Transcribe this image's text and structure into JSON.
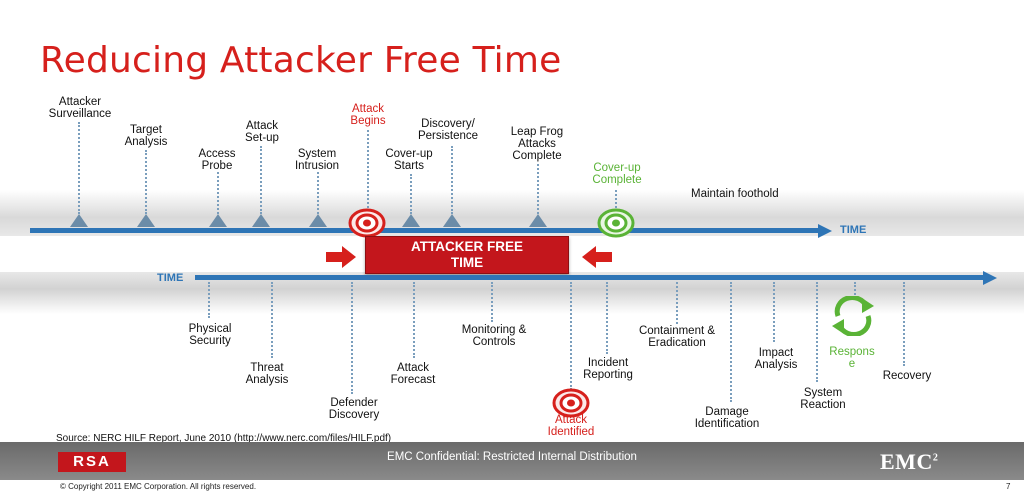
{
  "title": "Reducing Attacker Free Time",
  "top_labels": [
    {
      "id": "attacker-surveillance",
      "text": "Attacker\nSurveillance",
      "color": "default"
    },
    {
      "id": "target-analysis",
      "text": "Target\nAnalysis",
      "color": "default"
    },
    {
      "id": "access-probe",
      "text": "Access\nProbe",
      "color": "default"
    },
    {
      "id": "attack-setup",
      "text": "Attack\nSet-up",
      "color": "default"
    },
    {
      "id": "system-intrusion",
      "text": "System\nIntrusion",
      "color": "default"
    },
    {
      "id": "attack-begins",
      "text": "Attack\nBegins",
      "color": "red"
    },
    {
      "id": "cover-up-starts",
      "text": "Cover-up\nStarts",
      "color": "default"
    },
    {
      "id": "discovery-persistence",
      "text": "Discovery/\nPersistence",
      "color": "default"
    },
    {
      "id": "leap-frog",
      "text": "Leap Frog\nAttacks\nComplete",
      "color": "default"
    },
    {
      "id": "cover-up-complete",
      "text": "Cover-up\nComplete",
      "color": "green"
    },
    {
      "id": "maintain-foothold",
      "text": "Maintain foothold",
      "color": "default"
    }
  ],
  "bottom_labels": [
    {
      "id": "physical-security",
      "text": "Physical\nSecurity",
      "color": "default"
    },
    {
      "id": "threat-analysis",
      "text": "Threat\nAnalysis",
      "color": "default"
    },
    {
      "id": "defender-discovery",
      "text": "Defender\nDiscovery",
      "color": "default"
    },
    {
      "id": "attack-forecast",
      "text": "Attack\nForecast",
      "color": "default"
    },
    {
      "id": "monitoring-controls",
      "text": "Monitoring &\nControls",
      "color": "default"
    },
    {
      "id": "attack-identified",
      "text": "Attack\nIdentified",
      "color": "red"
    },
    {
      "id": "incident-reporting",
      "text": "Incident\nReporting",
      "color": "default"
    },
    {
      "id": "containment-eradication",
      "text": "Containment &\nEradication",
      "color": "default"
    },
    {
      "id": "damage-identification",
      "text": "Damage\nIdentification",
      "color": "default"
    },
    {
      "id": "impact-analysis",
      "text": "Impact\nAnalysis",
      "color": "default"
    },
    {
      "id": "system-reaction",
      "text": "System\nReaction",
      "color": "default"
    },
    {
      "id": "response",
      "text": "Respons\ne",
      "color": "green"
    },
    {
      "id": "recovery",
      "text": "Recovery",
      "color": "default"
    }
  ],
  "axis_top_label": "TIME",
  "axis_bottom_label": "TIME",
  "center_box": "ATTACKER FREE\nTIME",
  "source": "Source:  NERC HILF Report,  June 2010  (http://www.nerc.com/files/HILF.pdf)",
  "footer": {
    "rsa_logo": "RSA",
    "confidential": "EMC Confidential: Restricted Internal Distribution",
    "emc_logo": "EMC",
    "emc_sup": "2",
    "copyright": "© Copyright 2011 EMC Corporation. All rights reserved.",
    "page_number": "7"
  },
  "colors": {
    "red": "#d6201c",
    "green": "#5ab336",
    "blue": "#2e75b6",
    "box": "#c3161c"
  }
}
